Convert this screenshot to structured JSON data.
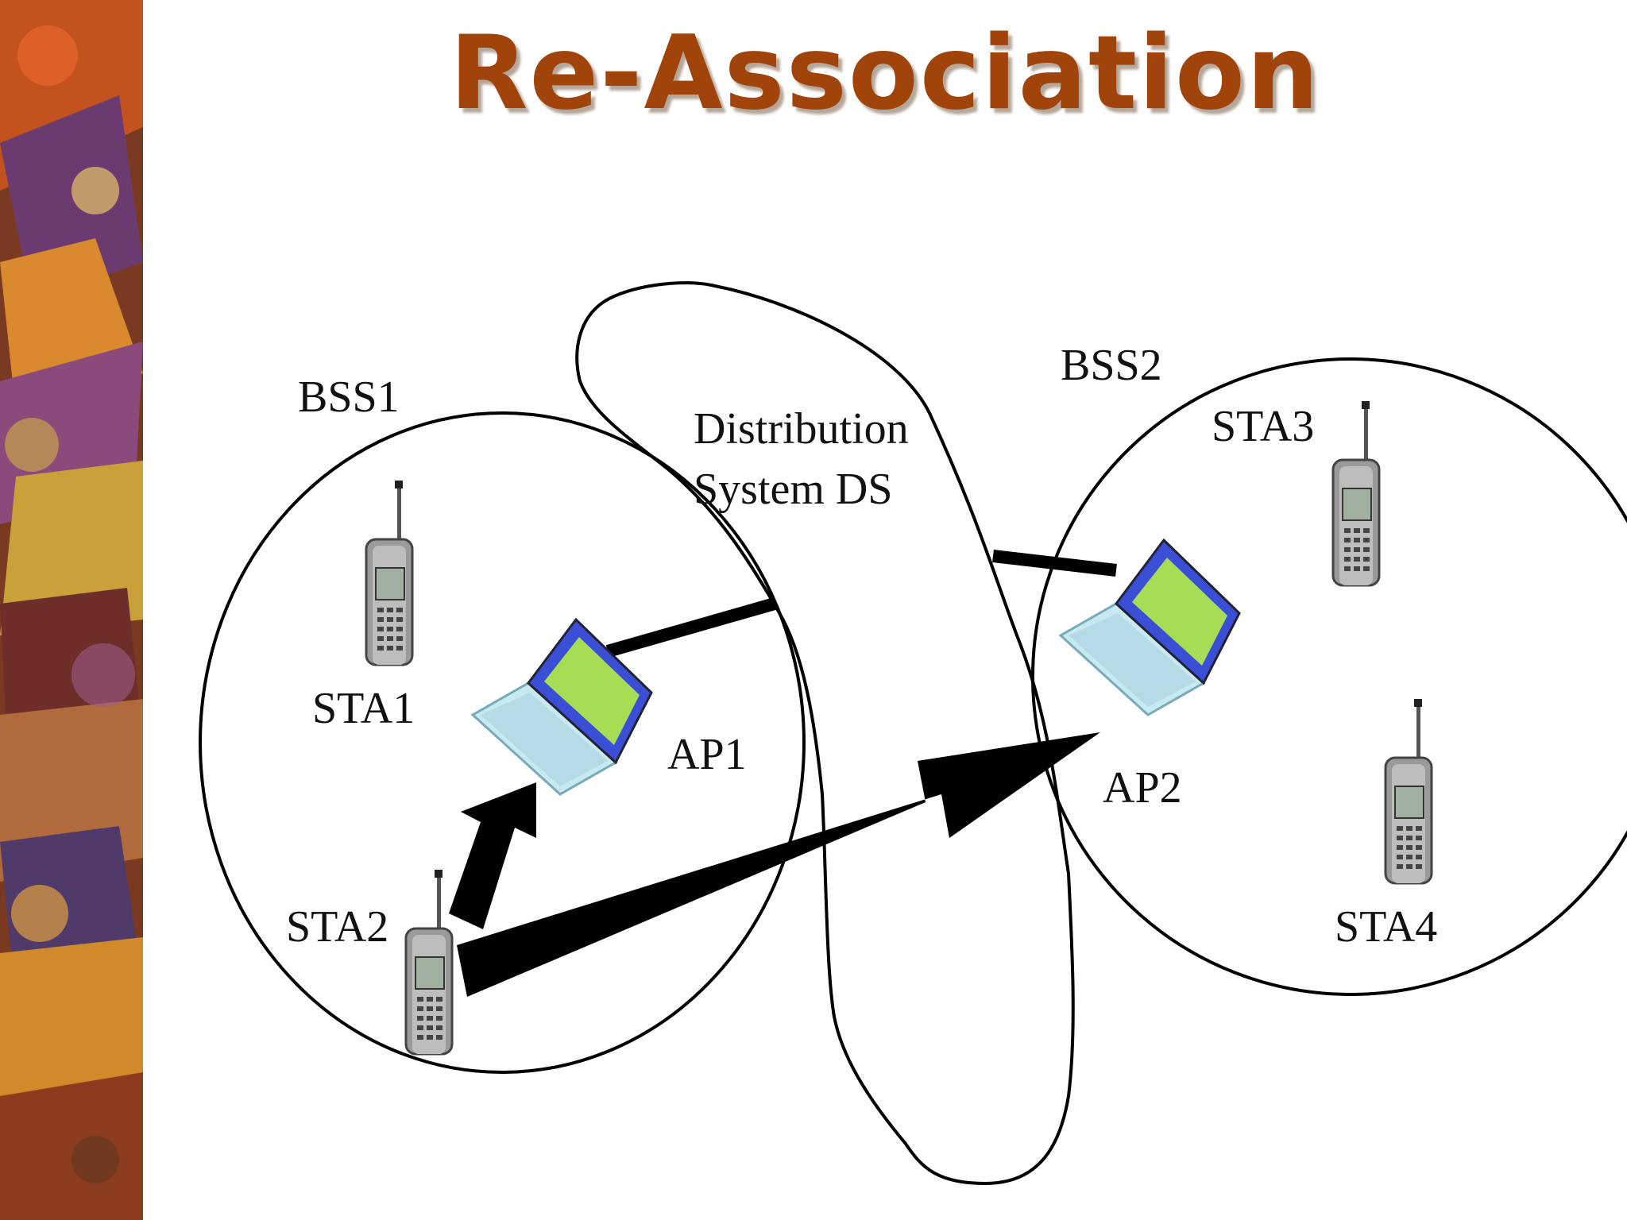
{
  "slide": {
    "title": "Re-Association"
  },
  "diagram": {
    "bss1_label": "BSS1",
    "bss2_label": "BSS2",
    "ds_label_line1": "Distribution",
    "ds_label_line2": "System DS",
    "sta1_label": "STA1",
    "sta2_label": "STA2",
    "sta3_label": "STA3",
    "sta4_label": "STA4",
    "ap1_label": "AP1",
    "ap2_label": "AP2"
  },
  "colors": {
    "title": "#a0440c",
    "laptop_screen": "#a6dd55",
    "laptop_frame": "#3a4fd6",
    "laptop_body": "#bfe6ef"
  },
  "icons": [
    "phone-icon",
    "laptop-icon"
  ]
}
